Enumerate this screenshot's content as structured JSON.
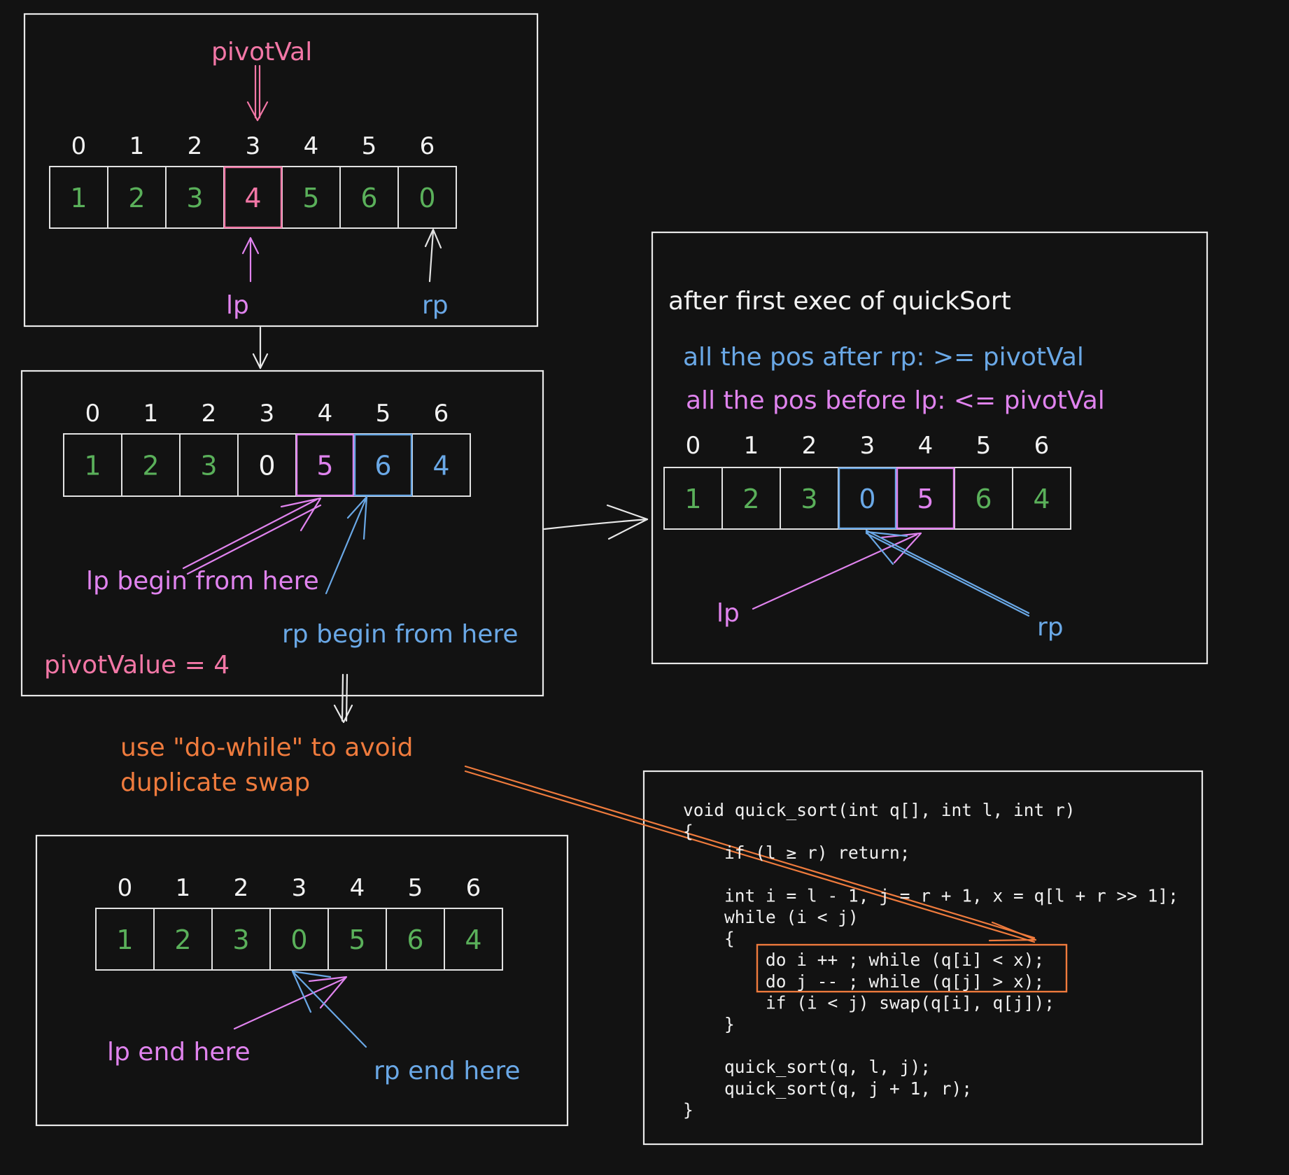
{
  "colors": {
    "background": "#121212",
    "frame": "#e8e8e8",
    "green": "#5ab05a",
    "pink": "#f277a6",
    "violet": "#e083ee",
    "blue": "#6aa8e6",
    "orange": "#ef7b3d",
    "white": "#f2f2f2"
  },
  "array_states": [
    {
      "indices": [
        "0",
        "1",
        "2",
        "3",
        "4",
        "5",
        "6"
      ],
      "values": [
        "1",
        "2",
        "3",
        "4",
        "5",
        "6",
        "0"
      ],
      "value_colors": [
        "green",
        "green",
        "green",
        "pink",
        "green",
        "green",
        "green"
      ],
      "highlights": [
        {
          "cell": 3,
          "color": "pink"
        }
      ]
    },
    {
      "indices": [
        "0",
        "1",
        "2",
        "3",
        "4",
        "5",
        "6"
      ],
      "values": [
        "1",
        "2",
        "3",
        "0",
        "5",
        "6",
        "4"
      ],
      "value_colors": [
        "green",
        "green",
        "green",
        "white",
        "violet",
        "blue",
        "blue"
      ],
      "highlights": [
        {
          "cell": 4,
          "color": "violet"
        },
        {
          "cell": 5,
          "color": "blue"
        }
      ]
    },
    {
      "indices": [
        "0",
        "1",
        "2",
        "3",
        "4",
        "5",
        "6"
      ],
      "values": [
        "1",
        "2",
        "3",
        "0",
        "5",
        "6",
        "4"
      ],
      "value_colors": [
        "green",
        "green",
        "green",
        "green",
        "green",
        "green",
        "green"
      ],
      "highlights": []
    },
    {
      "indices": [
        "0",
        "1",
        "2",
        "3",
        "4",
        "5",
        "6"
      ],
      "values": [
        "1",
        "2",
        "3",
        "0",
        "5",
        "6",
        "4"
      ],
      "value_colors": [
        "green",
        "green",
        "green",
        "blue",
        "violet",
        "green",
        "green"
      ],
      "highlights": [
        {
          "cell": 3,
          "color": "blue"
        },
        {
          "cell": 4,
          "color": "violet"
        }
      ]
    }
  ],
  "labels": {
    "pivot_val": "pivotVal",
    "lp": "lp",
    "rp": "rp",
    "lp_begin": "lp begin from here",
    "rp_begin": "rp begin from here",
    "pivot_value_eq": "pivotValue = 4",
    "use_do_while_1": "use \"do-while\" to avoid",
    "use_do_while_2": "duplicate swap",
    "lp_end": "lp end here",
    "rp_end": "rp end here",
    "after_first_exec": "after first exec of quickSort",
    "after_rp": "all the pos after rp: >= pivotVal",
    "before_lp": "all the pos before lp: <= pivotVal",
    "lp_final": "lp",
    "rp_final": "rp"
  },
  "code": [
    "void quick_sort(int q[], int l, int r)",
    "{",
    "    if (l ≥ r) return;",
    "",
    "    int i = l - 1, j = r + 1, x = q[l + r >> 1];",
    "    while (i < j)",
    "    {",
    "        do i ++ ; while (q[i] < x);",
    "        do j -- ; while (q[j] > x);",
    "        if (i < j) swap(q[i], q[j]);",
    "    }",
    "",
    "    quick_sort(q, l, j);",
    "    quick_sort(q, j + 1, r);",
    "}"
  ]
}
